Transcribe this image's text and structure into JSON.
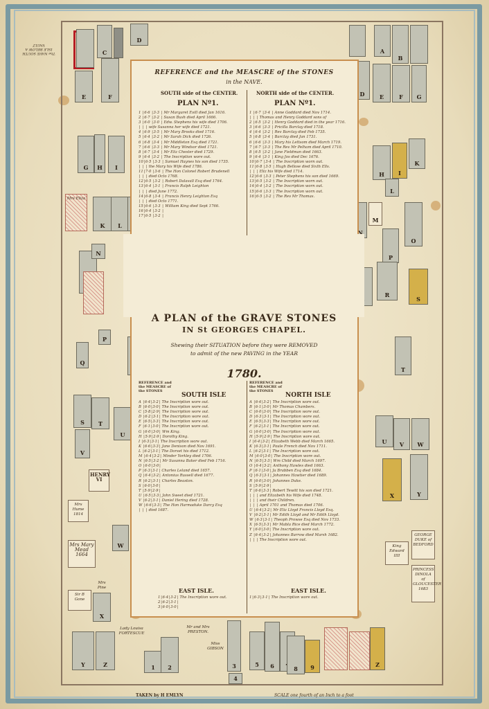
{
  "header": {
    "reference_title": "REFERENCE and the MEASCRE of the STONES",
    "reference_sub": "in the NAVE.",
    "south_head": "SOUTH side of the CENTER.",
    "north_head": "NORTH side of the CENTER.",
    "plan_left": "PLAN Nº1.",
    "plan_right": "PLAN Nº1."
  },
  "nave_south": [
    "1 │6·6 │3·3 │ Mr Margaret Evill died Jan 1616.",
    "2 │6·7 │3·2 │ Susan Bush died April 1666.",
    "3 │6·0 │3·0 │ Edw. Stephens his wife died 1706.",
    "  │    │    │ wife Susanna her wife died 1721.",
    "4 │6·9 │3·5 │ Mr Mary Brooks died 1716.",
    "5 │6·4 │3·2 │ Mr Sarah Dick died 1726.",
    "6 │6·8 │3·4 │ Mr Middleton Esq died 1721.",
    "7 │6·6 │3·3 │ Mr Mary Windsor died 1721.",
    "8 │6·7 │3·4 │ Mr Eliz Chester died 1729.",
    "9 │6·4 │3·2 │ The Inscription wore out.",
    "10│6·5 │3·3 │ Samuel Haynes his son died 1735.",
    "  │    │    │ the Mary his Wife died 1786.",
    "11│7·0 │3·6 │ The Hon Colonel Robert Brudenell",
    "  │    │    │ died Octo 1768.",
    "12│6·5 │3·2 │ Robert Dalavall Esq died 1764.",
    "13│6·4 │3·1 │ Francis Ralph Leighton",
    "  │    │    │ died June 1772.",
    "14│6·8 │3·4 │ Francis Henry Leighton Esq",
    "  │    │    │ died Octo 1771.",
    "15│6·6 │3·3 │ William King died Sept 1766.",
    "16│6·4 │3·2 │ ",
    "17│6·5 │3·2 │ "
  ],
  "nave_north": [
    "1 │6·7 │3·4 │ Anne Goddard died Nov 1714.",
    "  │    │    │ Thomas and Henry Goddard sons of",
    "2 │6·5 │3·2 │ Henry Goddard died in the year 1716.",
    "3 │6·6 │3·3 │ Pricilla Barclay died 1718.",
    "4 │6·4 │3·2 │ Rev Barclay died Feb 1735.",
    "5 │6·8 │3·4 │ Barclay died Jan 1731.",
    "6 │6·6 │3·3 │ Mary his Lettsom died March 1719.",
    "7 │6·7 │3·3 │ The Rev Mr Pelham died April 1710.",
    "8 │6·5 │3·2 │ Jane Fieldman died 1663.",
    "9 │6·4 │3·1 │ King Jos died Dec 1676.",
    "10│6·7 │3·4 │ The Inscription worn out.",
    "11│6·8 │3·5 │ Hugh Bellose died Sixth Ells.",
    "  │    │    │ Eliz his Wife died 1714.",
    "12│6·6 │3·3 │ Peter Stephens his son died 1669.",
    "13│6·5 │3·2 │ The Inscription worn out.",
    "14│6·4 │3·2 │ The Inscription worn out.",
    "15│6·6 │3·3 │ The Inscription worn out.",
    "16│6·5 │3·2 │ The Rev Mr Thomas."
  ],
  "title": {
    "main": "A PLAN of the GRAVE STONES",
    "sub": "IN St GEORGES CHAPEL.",
    "desc1": "Shewing their SITUATION before they were REMOVED",
    "desc2": "to admit of the new PAVING in the YEAR",
    "year": "1780."
  },
  "isles": {
    "ref_left": "REFERENCE and the MEASCRE of the STONES",
    "south_isle": "SOUTH ISLE",
    "ref_right": "REFERENCE and the MEASCRE of the STONES",
    "north_isle": "NORTH ISLE",
    "east_left": "EAST ISLE.",
    "east_right": "EAST ISLE."
  },
  "south_isle": [
    "A │6·4│3·2│ The Inscription wore out.",
    "B │6·0│3·0│ The Inscription wore out.",
    "C │5·8│2·9│ The Inscription wore out.",
    "D │6·2│3·1│ The Inscription wore out.",
    "E │6·5│3·3│ The Inscription wore out.",
    "F │6·1│3·0│ The Inscription wore out.",
    "G │6·0│3·0│ Wm King.",
    "H │5·9│2·9│ Dorothy King.",
    "I │6·3│3·1│ The Inscription wore out.",
    "K │6·6│3·3│ Jane Denison died Nov 1691.",
    "L │6·2│3·1│ The Dorset his died 1712.",
    "M │6·4│3·2│ Minder Yorkley died 1706.",
    "N │6·5│3·2│ Mr Susanna Baker died Feb 1716.",
    "O │6·0│3·0│ ",
    "P │6·3│3·1│ Charles Leland died 1657.",
    "Q │6·4│3·2│ Antonius Russell died 1677.",
    "R │6·2│3·1│ Charles Beaston.",
    "S │6·0│3·0│ ",
    "T │5·9│2·9│ ",
    "U │6·5│3·3│ John Sweet died 1721.",
    "V │6·2│3·1│ Daniel Hering died 1728.",
    "W │6·6│3·3│ The Hon Harmaduke Darcy Esq",
    "  │   │   │ died 1687."
  ],
  "north_isle": [
    "A │6·4│3·2│ The Inscription wore out.",
    "B │6·1│3·0│ Mr Thomas Chambers.",
    "C │6·0│3·0│ The Inscription wore out.",
    "D │6·3│3·1│ The Inscription wore out.",
    "E │6·5│3·3│ The Inscription wore out.",
    "F │6·2│3·1│ The Inscription wore out.",
    "G │6·0│3·0│ The Inscription wore out.",
    "H │5·9│2·9│ The Inscription wore out.",
    "I │6·4│3·2│ Elizabeth Webb died March 1665.",
    "K │6·3│3·1│ Paule French died Nov 1711.",
    "L │6·2│3·1│ The Inscription wore out.",
    "M │6·0│3·0│ The Inscription wore out.",
    "N │6·5│3·3│ Wm Child died March 1697.",
    "O │6·4│3·2│ Anthony Hawles died 1663.",
    "P │6·1│3·0│ Ja Brabben Esq died 1684.",
    "Q │6·3│3·1│ Johannes Hawtier died 1689.",
    "R │6·0│3·0│ Johannes Duke.",
    "S │5·9│2·9│ ",
    "T │6·6│3·3│ Robert Tewitt his son died 1721.",
    "  │   │   │ and Elizabeth his Wife died 1748.",
    "  │   │   │ and their Children.",
    "  │   │   │ April 1701 and Thomas died 1706.",
    "U │6·4│3·2│ Mr Eliz Lloyd Francis Lloyd Esq.",
    "V │6·2│3·1│ Mr Edith Lloyd and Mr Edith Lloyd.",
    "W │6·3│3·1│ Theoph Prowse Esq died Nov 1733.",
    "X │6·5│3·3│ Mr Mabla Rice died March 1772.",
    "Y │6·0│3·0│ The Inscription wore out.",
    "Z │6·4│3·2│ Johannes Barrow died Marsh 1682.",
    "  │   │   │ The Inscription wore out."
  ],
  "east_isle": {
    "left": [
      "1│6·4│3·2│ The Inscription wore out.",
      "2│6·2│3·1│ ",
      "3│6·0│3·0│ "
    ],
    "right": [
      "1│6·3│3·1│ The Inscription wore out."
    ]
  },
  "vault_label": "The NAVE SOUTH ISLE BELOW A VAULT",
  "stones": {
    "C": "C",
    "D": "D",
    "E": "E",
    "F": "F",
    "G": "G",
    "H": "H",
    "I": "I",
    "K": "K",
    "L": "L",
    "M": "M",
    "N": "N",
    "O": "O",
    "P": "P",
    "Q": "Q",
    "R": "R",
    "S": "S",
    "T": "T",
    "U": "U",
    "V": "V",
    "W": "W",
    "X": "X",
    "Y": "Y",
    "Z": "Z",
    "A": "A",
    "B": "B",
    "n1": "1",
    "n2": "2",
    "n3": "3",
    "n4": "4",
    "n5": "5",
    "n6": "6",
    "n7": "7",
    "n8": "8",
    "n9": "9"
  },
  "monuments": {
    "henry_vi": "HENRY VI",
    "mrs_hume": "Mrs Hume 1814",
    "mary_mead": "Mrs Mary Mead 1664",
    "king_edward": "King Edward IIII",
    "george_duke": "GEORGE DUKE of BEDFORD",
    "princess": "PRINCESS DINOLA of GLOUCESTER 1683",
    "sir_b": "Sir B Gone",
    "mrs_pine": "Mrs Pine",
    "mr_mrs_preston": "Mr and Mrs PRESTON.",
    "miss_gibson": "Miss GIBSON",
    "lady_fortescue": "Lady Louisa FORTESCUE",
    "mrs_eliza": "Mrs Eliza"
  },
  "footer": {
    "taken": "TAKEN by H EMLYN",
    "scale": "SCALE one fourth of an Inch to a foot"
  }
}
